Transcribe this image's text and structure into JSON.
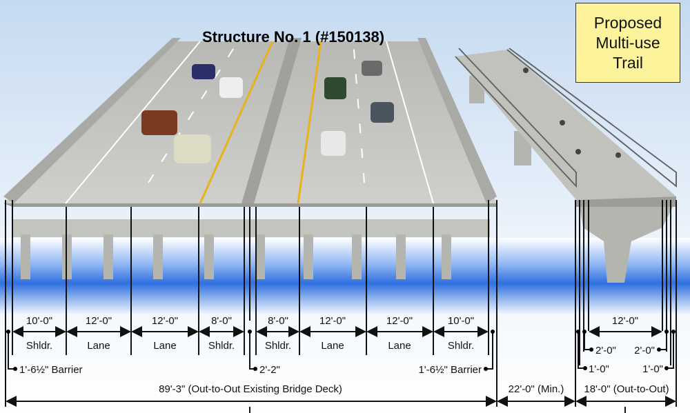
{
  "title": "Structure No. 1 (#150138)",
  "callout": [
    "Proposed",
    "Multi-use",
    "Trail"
  ],
  "segments": [
    {
      "dim": "10'-0\"",
      "label": "Shldr."
    },
    {
      "dim": "12'-0\"",
      "label": "Lane"
    },
    {
      "dim": "12'-0\"",
      "label": "Lane"
    },
    {
      "dim": "8'-0\"",
      "label": "Shldr."
    },
    {
      "dim": "8'-0\"",
      "label": "Shldr."
    },
    {
      "dim": "12'-0\"",
      "label": "Lane"
    },
    {
      "dim": "12'-0\"",
      "label": "Lane"
    },
    {
      "dim": "10'-0\"",
      "label": "Shldr."
    }
  ],
  "barrier_left": "1'-6½\" Barrier",
  "median": "2'-2\"",
  "barrier_right": "1'-6½\" Barrier",
  "existing_deck": "89'-3\" (Out-to-Out Existing Bridge Deck)",
  "gap": "22'-0\" (Min.)",
  "trail": {
    "path": "12'-0\"",
    "left_offset": "2'-0\"",
    "right_offset": "2'-0\"",
    "left_rail": "1'-0\"",
    "right_rail": "1'-0\"",
    "out_to_out": "18'-0\" (Out-to-Out)"
  },
  "colors": {
    "stripe": "#e8b21a",
    "callout": "#fdf39a",
    "water": "#2f6fe0"
  }
}
